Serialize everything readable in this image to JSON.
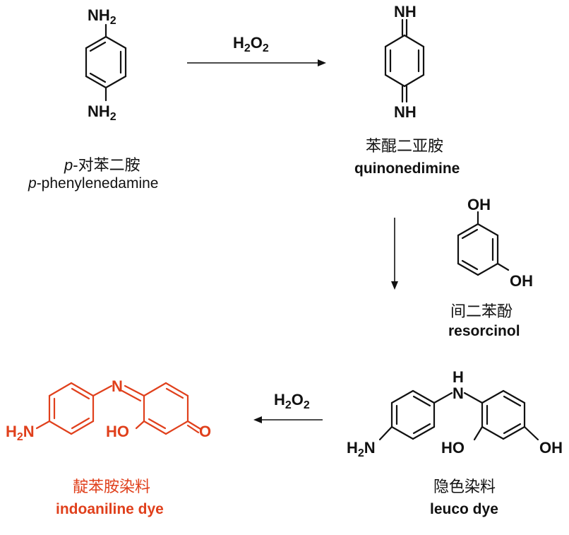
{
  "colors": {
    "ink": "#111111",
    "accent": "#e0401c"
  },
  "compounds": {
    "ppd": {
      "atoms": {
        "top": "NH",
        "top_sub": "2",
        "bottom": "NH",
        "bottom_sub": "2"
      },
      "name_prefix": "p",
      "name_cn": "-对苯二胺",
      "name_en": "-phenylenedamine"
    },
    "quinonediimine": {
      "atoms": {
        "top": "NH",
        "bottom": "NH"
      },
      "name_cn": "苯醌二亚胺",
      "name_en": "quinonedimine"
    },
    "resorcinol": {
      "atoms": {
        "oh1": "OH",
        "oh2": "OH"
      },
      "name_cn": "间二苯酚",
      "name_en": "resorcinol"
    },
    "leuco": {
      "atoms": {
        "nh": "H",
        "n": "N",
        "h2n_h": "H",
        "h2n_sub": "2",
        "h2n_n": "N",
        "ho": "HO",
        "oh": "OH"
      },
      "name_cn": "隐色染料",
      "name_en": "leuco dye"
    },
    "indoaniline": {
      "atoms": {
        "n": "N",
        "h2n_h": "H",
        "h2n_sub": "2",
        "h2n_n": "N",
        "ho": "HO",
        "o": "O"
      },
      "name_cn": "靛苯胺染料",
      "name_en": "indoaniline dye"
    }
  },
  "reagents": {
    "step1": {
      "h": "H",
      "sub1": "2",
      "o": "O",
      "sub2": "2"
    },
    "step3": {
      "h": "H",
      "sub1": "2",
      "o": "O",
      "sub2": "2"
    }
  },
  "icons": [
    "reaction-arrow-right",
    "reaction-arrow-down",
    "reaction-arrow-left"
  ]
}
